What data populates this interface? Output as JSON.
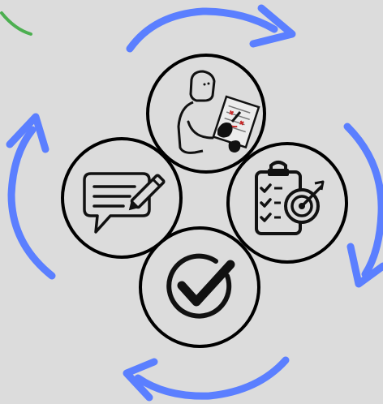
{
  "diagram": {
    "kind": "feedback-cycle",
    "background_color": "#dcdcdc",
    "arrow_color": "#5b7fff",
    "partial_arrow_color": "#4caf50",
    "node_stroke_color": "#000000",
    "node_fill_color": "#dcdcdc",
    "accent_color": "#c62828",
    "nodes": [
      {
        "id": "review",
        "icon": "person-reviewing-document-icon"
      },
      {
        "id": "feedback",
        "icon": "speech-bubble-with-pencil-icon"
      },
      {
        "id": "goals",
        "icon": "clipboard-checklist-target-icon"
      },
      {
        "id": "approve",
        "icon": "checkmark-in-circle-icon"
      }
    ],
    "arrows": [
      {
        "id": "top",
        "direction": "clockwise"
      },
      {
        "id": "right",
        "direction": "clockwise"
      },
      {
        "id": "bottom",
        "direction": "clockwise"
      },
      {
        "id": "left",
        "direction": "clockwise"
      }
    ]
  }
}
